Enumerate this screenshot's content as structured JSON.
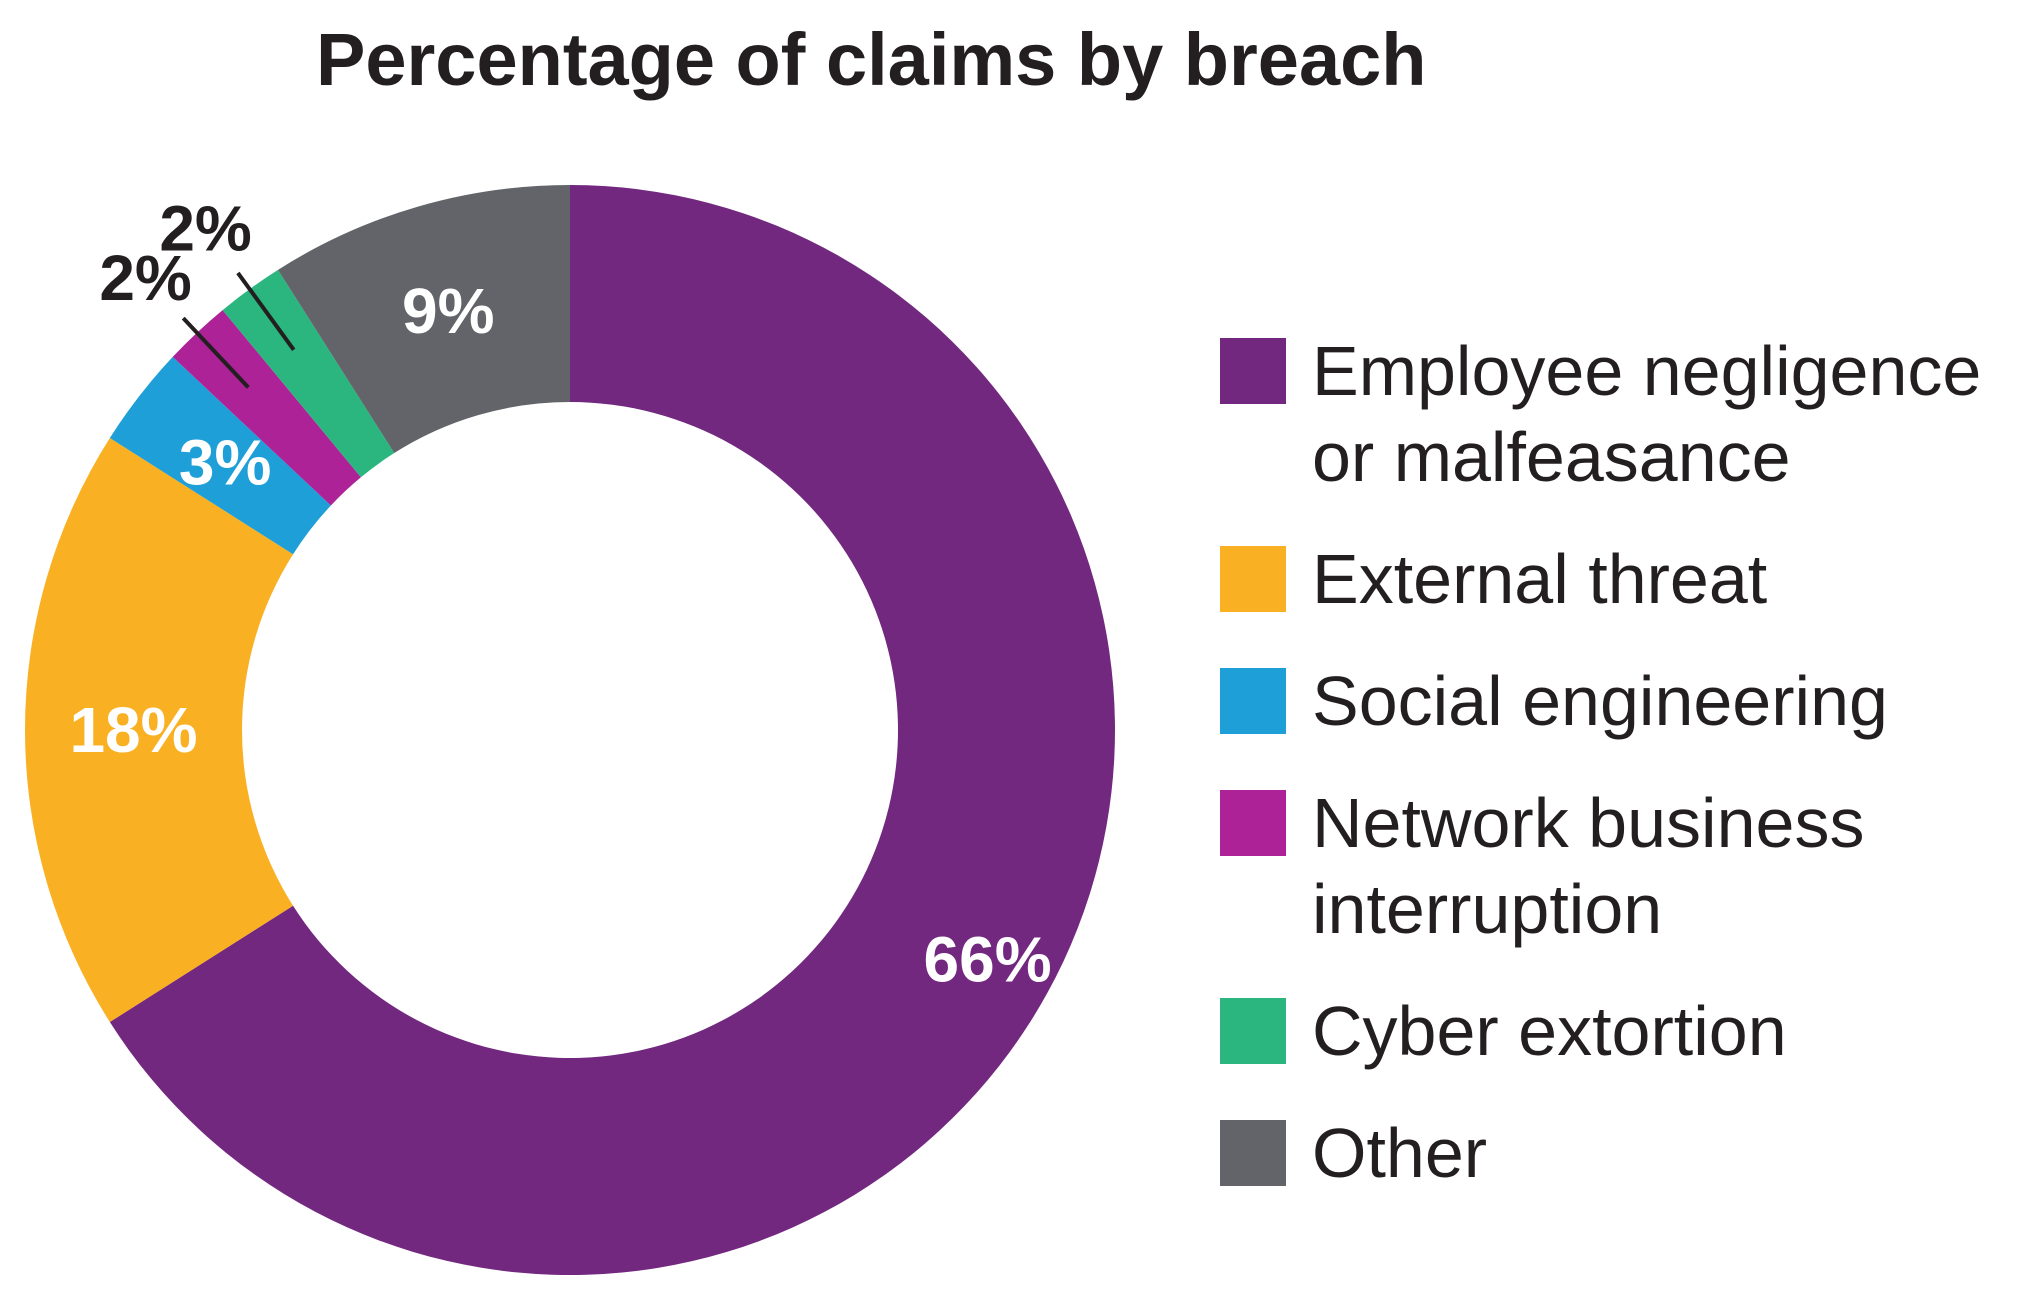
{
  "chart_data": {
    "type": "pie",
    "title": "Percentage of claims by breach",
    "donut": true,
    "slices": [
      {
        "name": "Employee negligence or malfeasance",
        "legend_lines": [
          "Employee negligence",
          "or malfeasance"
        ],
        "value": 66,
        "label": "66%",
        "color": "#72287f"
      },
      {
        "name": "External threat",
        "legend_lines": [
          "External threat"
        ],
        "value": 18,
        "label": "18%",
        "color": "#f9b022"
      },
      {
        "name": "Social engineering",
        "legend_lines": [
          "Social engineering"
        ],
        "value": 3,
        "label": "3%",
        "color": "#1e9fd7"
      },
      {
        "name": "Network business interruption",
        "legend_lines": [
          "Network business",
          "interruption"
        ],
        "value": 2,
        "label": "2%",
        "color": "#ad2297"
      },
      {
        "name": "Cyber extortion",
        "legend_lines": [
          "Cyber extortion"
        ],
        "value": 2,
        "label": "2%",
        "color": "#2bb67f"
      },
      {
        "name": "Other",
        "legend_lines": [
          "Other"
        ],
        "value": 9,
        "label": "9%",
        "color": "#636469"
      }
    ],
    "legend_position": "right"
  }
}
